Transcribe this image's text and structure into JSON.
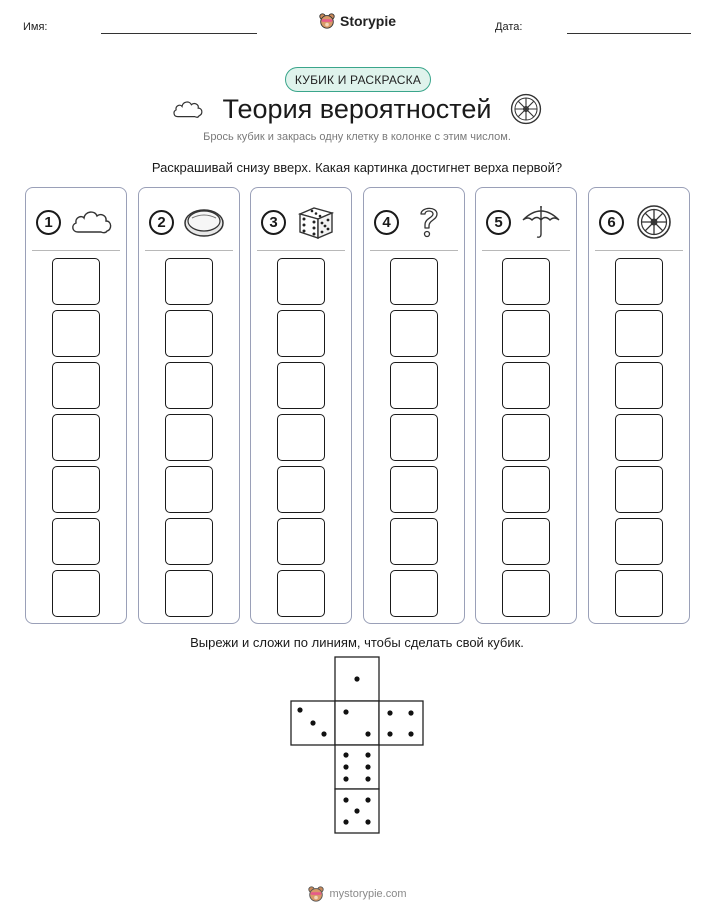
{
  "header": {
    "name_label": "Имя:",
    "date_label": "Дата:",
    "brand": "Storypie"
  },
  "badge": "КУБИК И РАСКРАСКА",
  "title": "Теория вероятностей",
  "subtitle": "Брось кубик и закрась одну клетку в колонке с этим числом.",
  "instruction": "Раскрашивай снизу вверх. Какая картинка достигнет верха первой?",
  "columns": [
    {
      "number": "1",
      "icon": "cloud-icon"
    },
    {
      "number": "2",
      "icon": "coin-icon"
    },
    {
      "number": "3",
      "icon": "dice-icon"
    },
    {
      "number": "4",
      "icon": "question-mark-icon"
    },
    {
      "number": "5",
      "icon": "umbrella-icon"
    },
    {
      "number": "6",
      "icon": "wheel-icon"
    }
  ],
  "cells_per_column": 7,
  "cut_instruction": "Вырежи и сложи по линиям, чтобы сделать свой кубик.",
  "die_net_faces": [
    1,
    3,
    2,
    4,
    6,
    5
  ],
  "footer": "mystorypie.com"
}
